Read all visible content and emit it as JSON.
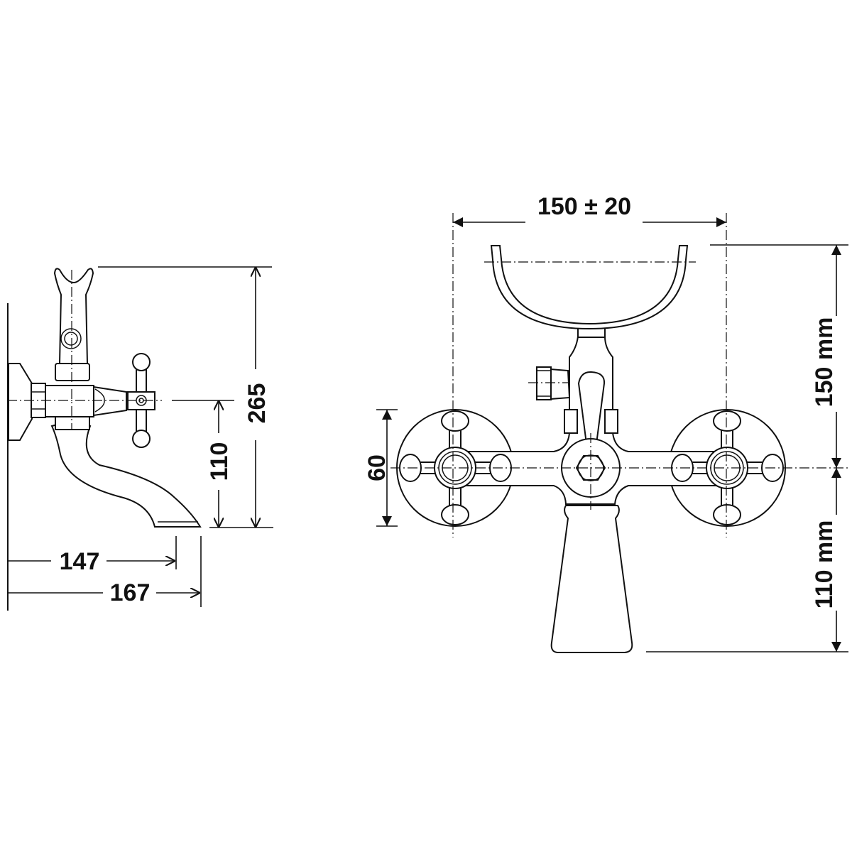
{
  "side_view": {
    "dimensions": {
      "total_height": "265",
      "spout_height": "110",
      "spout_projection": "147",
      "overall_projection": "167"
    }
  },
  "front_view": {
    "dimensions": {
      "inlet_centers": "150 ± 20",
      "upper_height": "150 mm",
      "lower_height": "110 mm",
      "rosette_diameter": "60"
    }
  }
}
